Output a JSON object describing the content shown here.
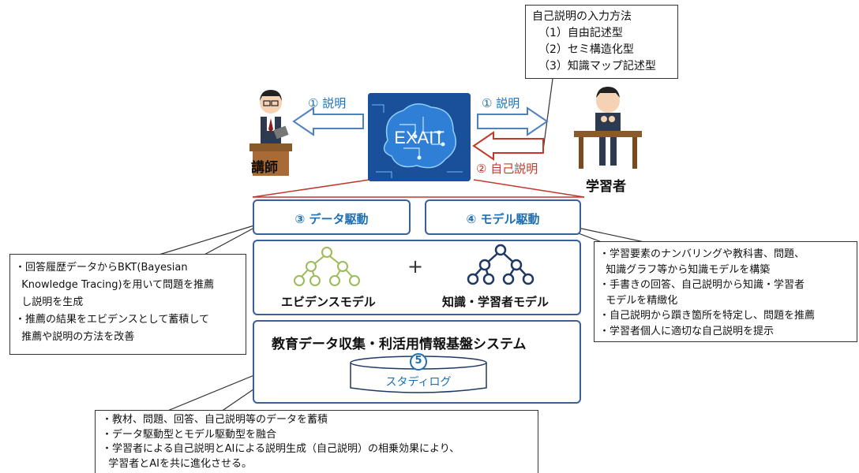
{
  "center": {
    "brain_label": "EXAIT"
  },
  "arrows": {
    "left_explain": "① 説明",
    "right_explain": "① 説明",
    "self_explain": "② 自己説明"
  },
  "people": {
    "lecturer": "講師",
    "learner": "学習者"
  },
  "input_methods": {
    "title": "自己説明の入力方法",
    "items": [
      "（1）自由記述型",
      "（2）セミ構造化型",
      "（3）知識マップ記述型"
    ]
  },
  "panels": {
    "data_driven": "③ データ駆動",
    "model_driven": "④ モデル駆動",
    "plus": "+",
    "evidence_model": "エビデンスモデル",
    "knowledge_model": "知識・学習者モデル",
    "platform_title": "教育データ収集・利活用情報基盤システム",
    "db_number": "5",
    "db_label": "スタディログ"
  },
  "notes": {
    "left": [
      "・回答履歴データからBKT(Bayesian",
      "  Knowledge Tracing)を用いて問題を推薦",
      "  し説明を生成",
      "・推薦の結果をエビデンスとして蓄積して",
      "  推薦や説明の方法を改善"
    ],
    "right": [
      "・学習要素のナンバリングや教科書、問題、",
      "  知識グラフ等から知識モデルを構築",
      "・手書きの回答、自己説明から知識・学習者",
      "  モデルを精緻化",
      "・自己説明から躓き箇所を特定し、問題を推薦",
      "・学習者個人に適切な自己説明を提示"
    ],
    "bottom": [
      "・教材、問題、回答、自己説明等のデータを蓄積",
      "・データ駆動型とモデル駆動型を融合",
      "・学習者による自己説明とAIによる説明生成（自己説明）の相乗効果により、",
      "  学習者とAIを共に進化させる。"
    ]
  },
  "colors": {
    "blue": "#1f6fb2",
    "red": "#c0392b",
    "panel_border": "#3a5f99",
    "tree_green": "#9bbb59",
    "tree_navy": "#1f3864"
  }
}
